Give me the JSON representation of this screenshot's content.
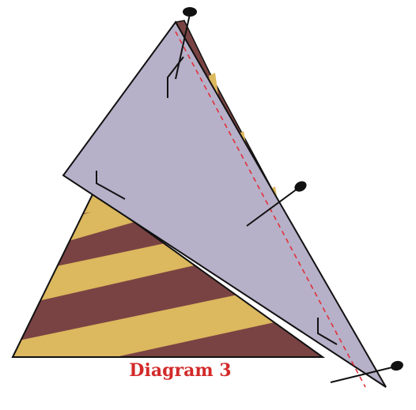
{
  "caption": "Diagram 3",
  "colors": {
    "maroon": "#7a4343",
    "gold": "#dcb85e",
    "overlay": "#b7b0c9",
    "outline": "#111111",
    "seam": "#e03038",
    "caption": "#d32a2a",
    "pin": "#111111"
  },
  "elements": {
    "base_triangle": "striped-fabric-triangle",
    "folded_flap": "folded-fabric-flap",
    "seam_line": "dashed-sewing-line",
    "pins": [
      "pin-top",
      "pin-middle",
      "pin-bottom"
    ]
  }
}
